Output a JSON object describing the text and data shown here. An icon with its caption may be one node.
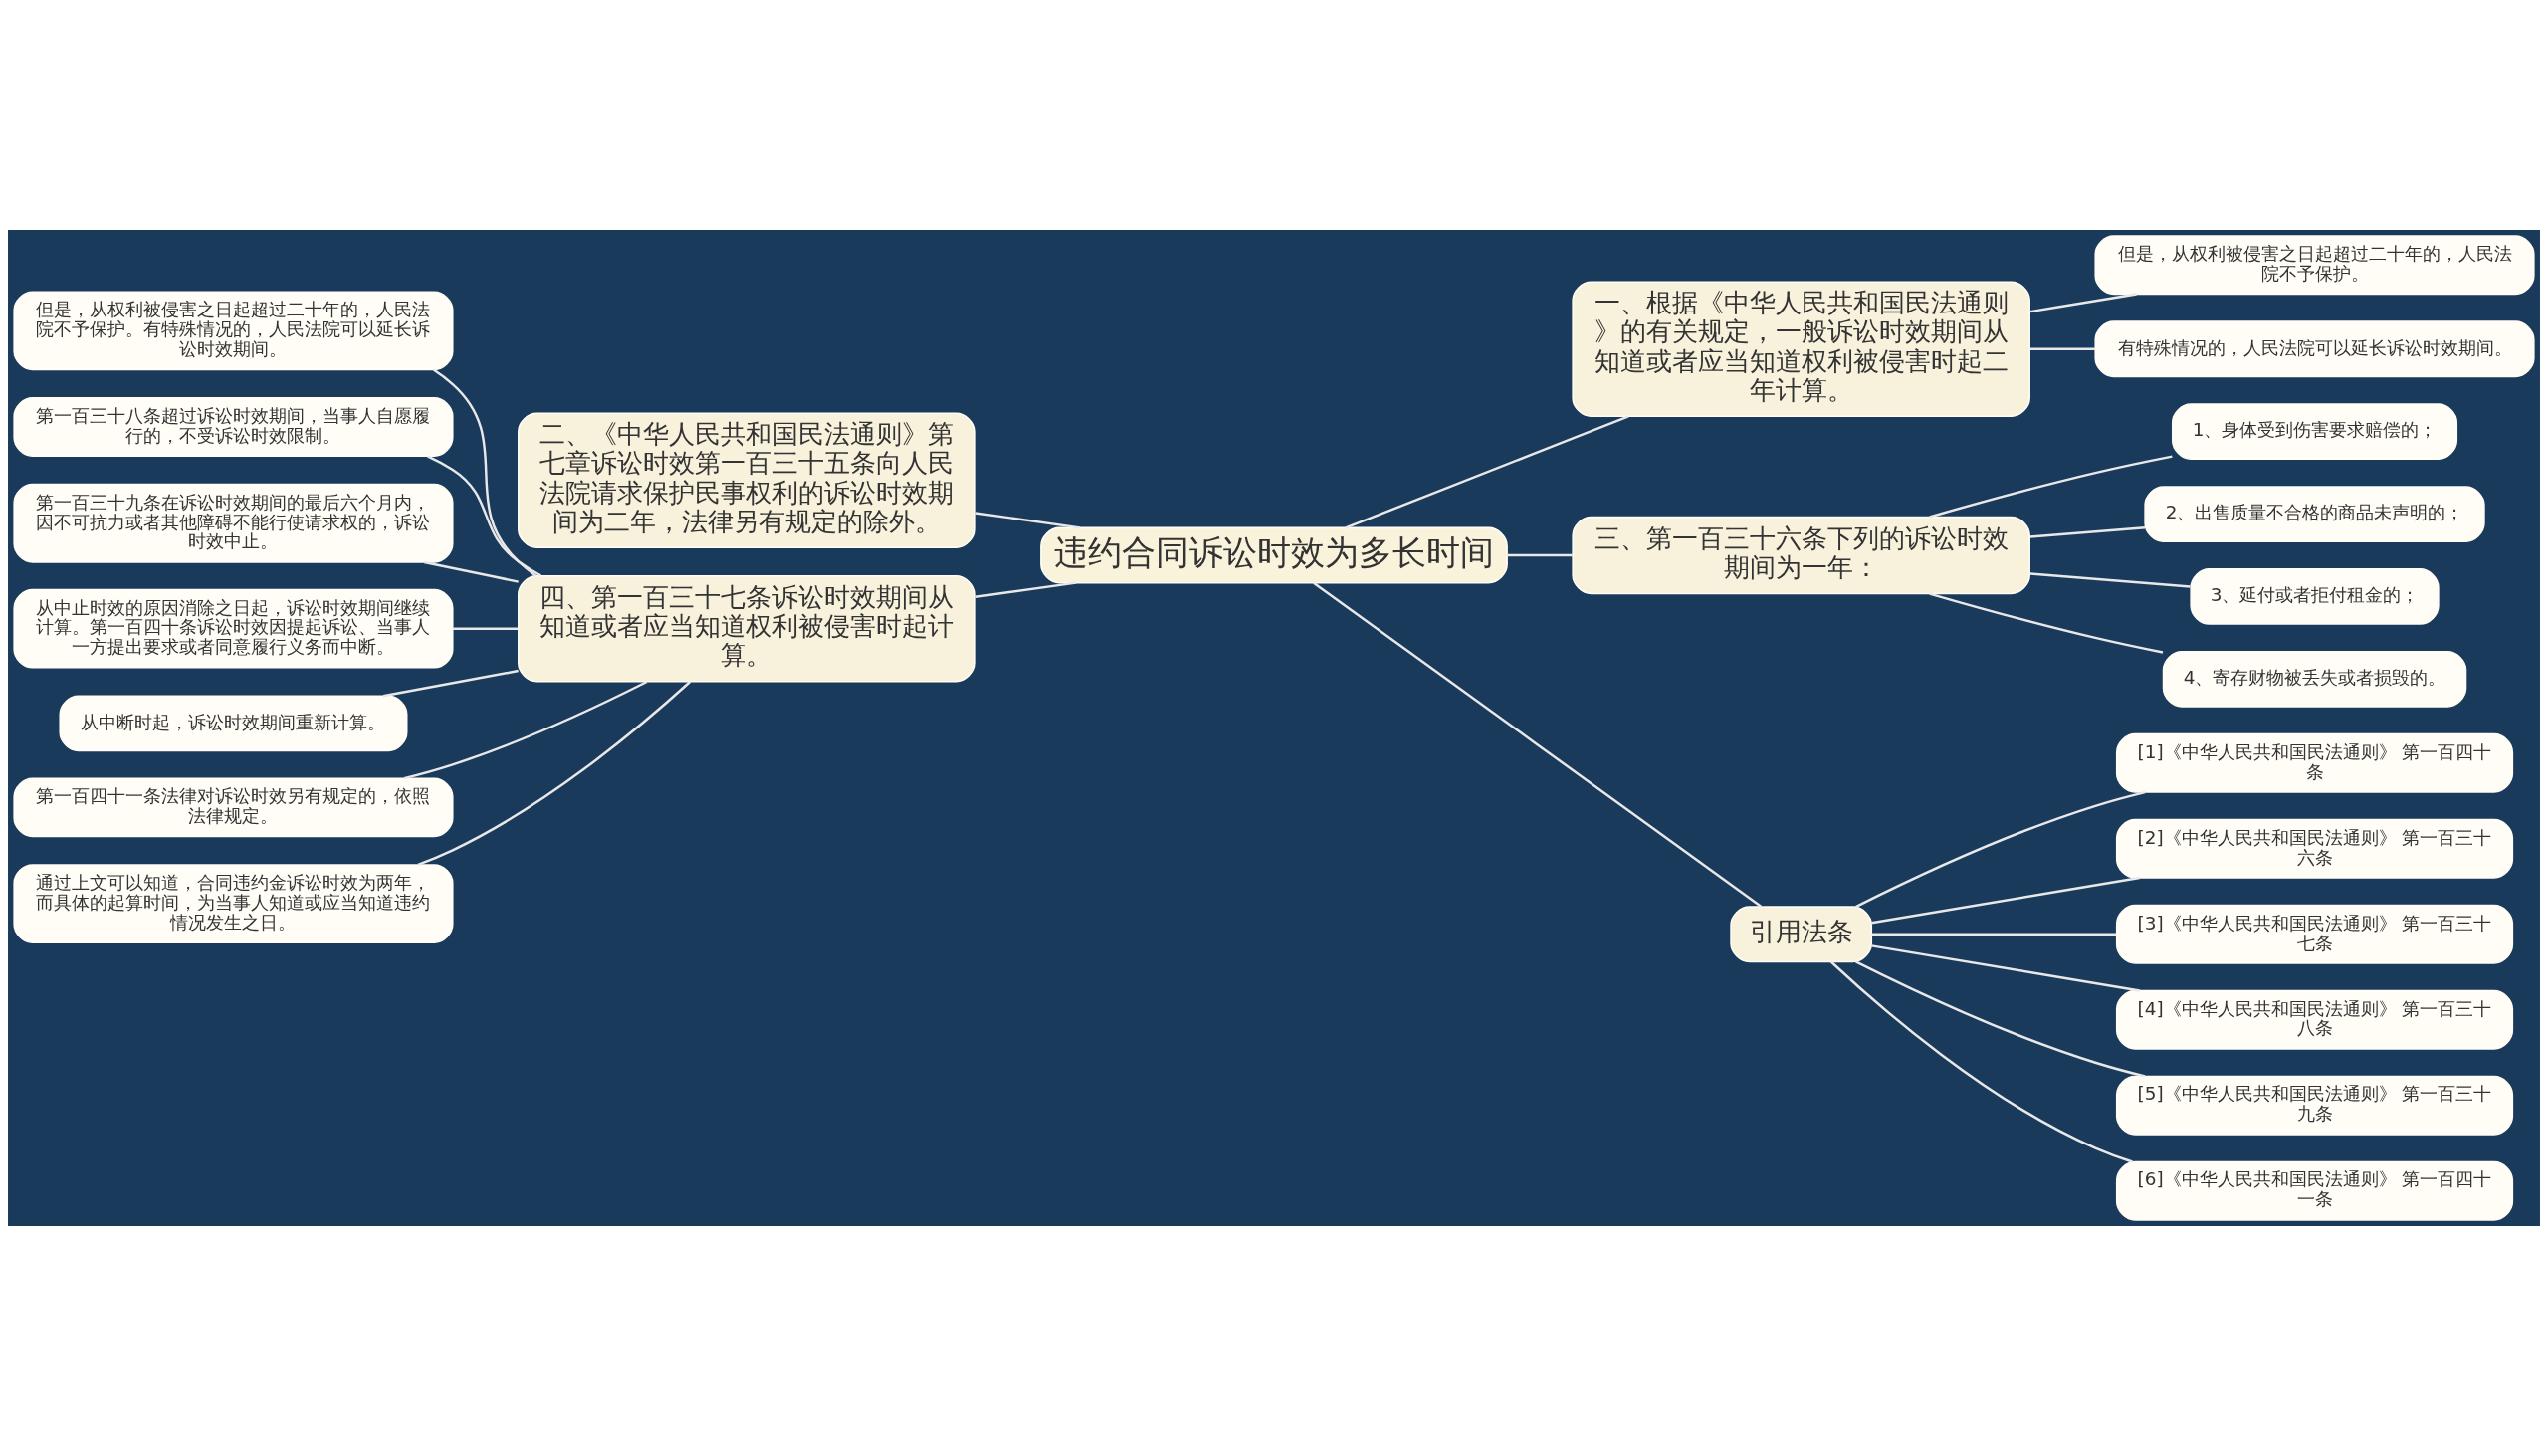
{
  "diagram": {
    "nodes": [
      {
        "text": [
          "违约合同诉讼时效为多长时间"
        ]
      },
      {
        "text": [
          "二、《中华人民共和国民法通则》第七章诉讼时效第一百三十五条向人民法院请求保护民事权利的诉讼时效期间为二年，法律另有规定的除外。"
        ]
      },
      {
        "text": [
          "四、第一百三十七条诉讼时效期间从知道或者应当知道权利被侵害时起计算。"
        ]
      },
      {
        "text": [
          "但是，从权利被侵害之日起超过二十年的，人民法院不予保护。有特殊情况的，人民法院可以延长诉讼时效期间。"
        ]
      },
      {
        "text": [
          "第一百三十八条超过诉讼时效期间，当事人自愿履行的，不受诉讼时效限制。"
        ]
      },
      {
        "text": [
          "第一百三十九条在诉讼时效期间的最后六个月内，因不可抗力或者其他障碍不能行使请求权的，诉讼时效中止。"
        ]
      },
      {
        "text": [
          "从中止时效的原因消除之日起，诉讼时效期间继续计算。第一百四十条诉讼时效因提起诉讼、当事人一方提出要求或者同意履行义务而中断。"
        ]
      },
      {
        "text": [
          "从中断时起，诉讼时效期间重新计算。"
        ]
      },
      {
        "text": [
          "第一百四十一条法律对诉讼时效另有规定的，依照法律规定。"
        ]
      },
      {
        "text": [
          "通过上文可以知道，合同违约金诉讼时效为两年，而具体的起算时间，为当事人知道或应当知道违约情况发生之日。"
        ]
      },
      {
        "text": [
          "一、根据《中华人民共和国民法通则》的有关规定，一般诉讼时效期间从知道或者应当知道权利被侵害时起二年计算。"
        ]
      },
      {
        "text": [
          "但是，从权利被侵害之日起超过二十年的，人民法院不予保护。"
        ]
      },
      {
        "text": [
          "有特殊情况的，人民法院可以延长诉讼时效期间。"
        ]
      },
      {
        "text": [
          "三、第一百三十六条下列的诉讼时效期间为一年："
        ]
      },
      {
        "text": [
          "1、身体受到伤害要求赔偿的；"
        ]
      },
      {
        "text": [
          "2、出售质量不合格的商品未声明的；"
        ]
      },
      {
        "text": [
          "3、延付或者拒付租金的；"
        ]
      },
      {
        "text": [
          "4、寄存财物被丢失或者损毁的。"
        ]
      },
      {
        "text": [
          "引用法条"
        ]
      },
      {
        "text": [
          "[1]《中华人民共和国民法通则》 第一百四十条"
        ]
      },
      {
        "text": [
          "[2]《中华人民共和国民法通则》 第一百三十六条"
        ]
      },
      {
        "text": [
          "[3]《中华人民共和国民法通则》 第一百三十七条"
        ]
      },
      {
        "text": [
          "[4]《中华人民共和国民法通则》 第一百三十八条"
        ]
      },
      {
        "text": [
          "[5]《中华人民共和国民法通则》 第一百三十九条"
        ]
      },
      {
        "text": [
          "[6]《中华人民共和国民法通则》 第一百四十一条"
        ]
      }
    ],
    "edges": [
      {
        "from": 0,
        "to": 1,
        "arrow": "none"
      },
      {
        "from": 0,
        "to": 2,
        "arrow": "none"
      },
      {
        "from": 2,
        "to": 3,
        "arrow": "none"
      },
      {
        "from": 2,
        "to": 4,
        "arrow": "none"
      },
      {
        "from": 2,
        "to": 5,
        "arrow": "none"
      },
      {
        "from": 2,
        "to": 6,
        "arrow": "none"
      },
      {
        "from": 2,
        "to": 7,
        "arrow": "none"
      },
      {
        "from": 2,
        "to": 8,
        "arrow": "none"
      },
      {
        "from": 2,
        "to": 9,
        "arrow": "none"
      },
      {
        "from": 0,
        "to": 10,
        "arrow": "none"
      },
      {
        "from": 10,
        "to": 11,
        "arrow": "none"
      },
      {
        "from": 10,
        "to": 12,
        "arrow": "none"
      },
      {
        "from": 0,
        "to": 13,
        "arrow": "none"
      },
      {
        "from": 13,
        "to": 14,
        "arrow": "none"
      },
      {
        "from": 13,
        "to": 15,
        "arrow": "none"
      },
      {
        "from": 13,
        "to": 16,
        "arrow": "none"
      },
      {
        "from": 13,
        "to": 17,
        "arrow": "none"
      },
      {
        "from": 0,
        "to": 18,
        "arrow": "none"
      },
      {
        "from": 18,
        "to": 19,
        "arrow": "none"
      },
      {
        "from": 18,
        "to": 20,
        "arrow": "none"
      },
      {
        "from": 18,
        "to": 21,
        "arrow": "none"
      },
      {
        "from": 18,
        "to": 22,
        "arrow": "none"
      },
      {
        "from": 18,
        "to": 23,
        "arrow": "none"
      },
      {
        "from": 18,
        "to": 24,
        "arrow": "none"
      }
    ]
  }
}
